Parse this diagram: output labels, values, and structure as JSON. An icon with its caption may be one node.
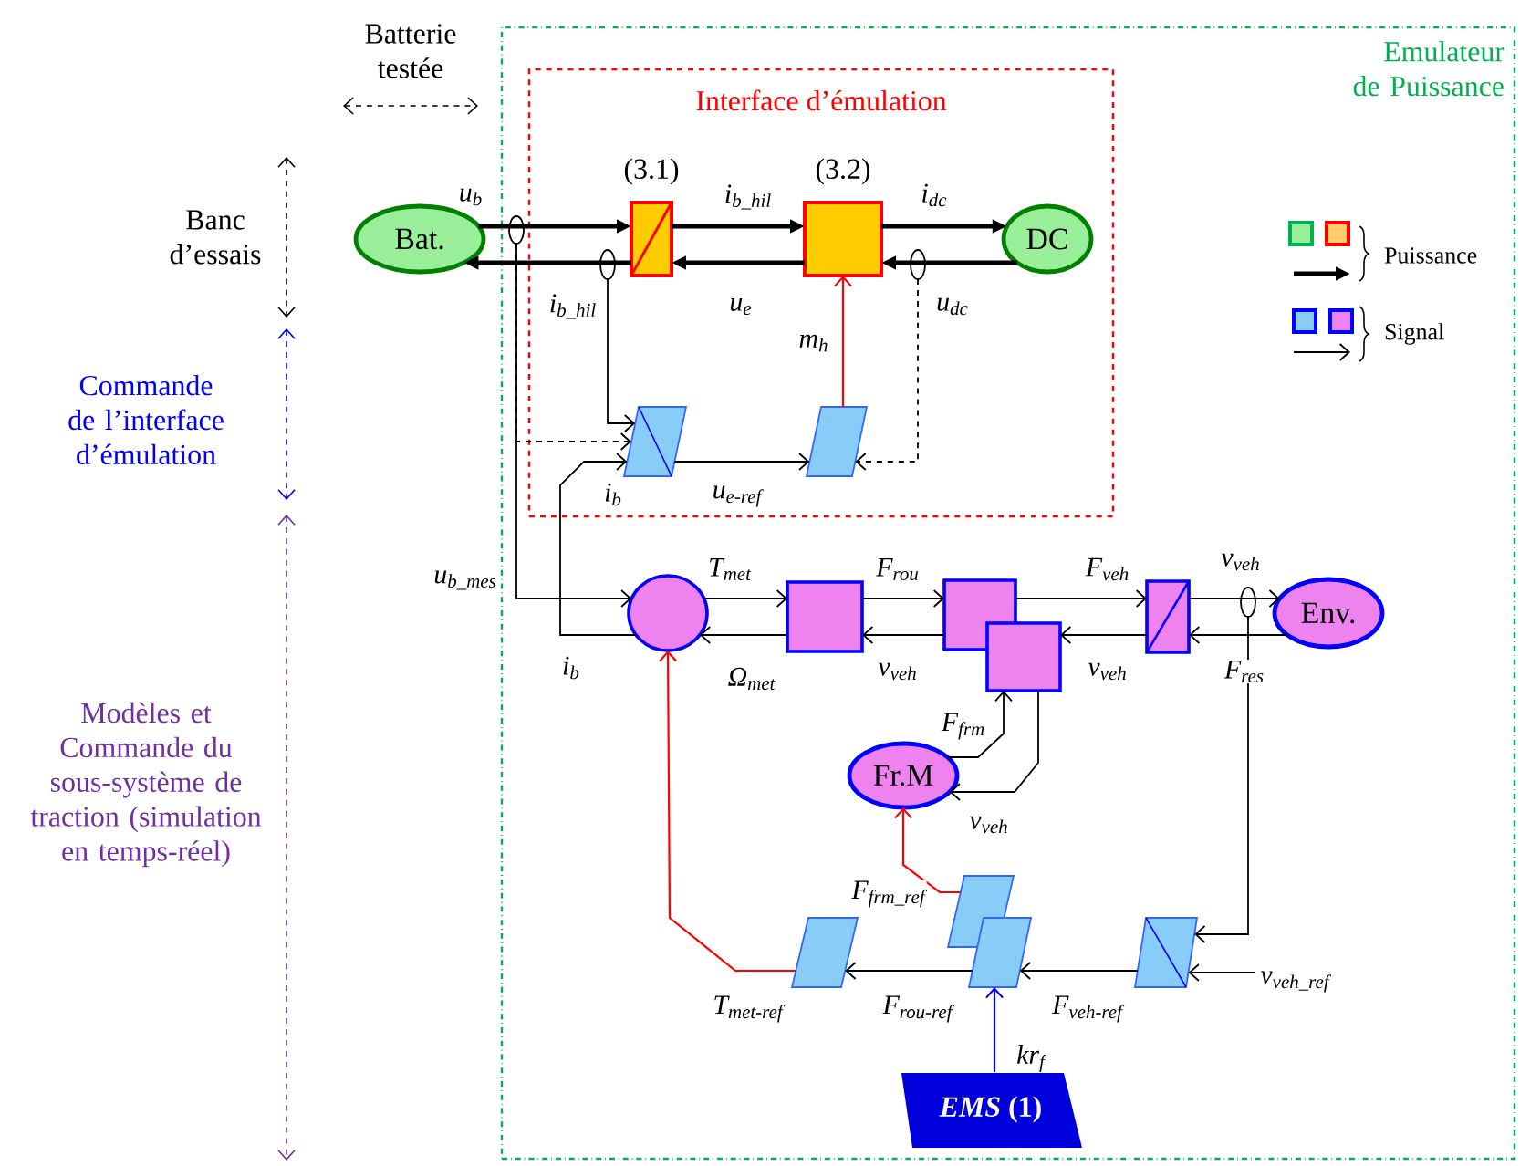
{
  "diagram": {
    "nodes": [
      {
        "text": [
          "Emulateur de Puissance"
        ]
      },
      {
        "text": [
          "Interface d’émulation"
        ],
        "in": 0
      },
      {
        "text": [
          "Bat."
        ]
      },
      {
        "text": [
          "(3.1)"
        ],
        "in": 1
      },
      {
        "text": [
          "(3.2)"
        ],
        "in": 1
      },
      {
        "text": [
          "DC"
        ],
        "in": 1
      },
      {
        "text": [],
        "shape": "parallelogram",
        "in": 1
      },
      {
        "text": [],
        "shape": "parallelogram",
        "in": 1
      },
      {
        "text": [],
        "shape": "circle",
        "in": 0
      },
      {
        "text": [],
        "shape": "box",
        "in": 0
      },
      {
        "text": [],
        "shape": "box",
        "in": 0
      },
      {
        "text": [],
        "shape": "box",
        "in": 0
      },
      {
        "text": [],
        "shape": "box",
        "in": 0
      },
      {
        "text": [
          "Env."
        ],
        "in": 0
      },
      {
        "text": [
          "Fr.M"
        ],
        "in": 0
      },
      {
        "text": [],
        "shape": "parallelogram",
        "in": 0
      },
      {
        "text": [],
        "shape": "parallelogram",
        "in": 0
      },
      {
        "text": [],
        "shape": "parallelogram",
        "in": 0
      },
      {
        "text": [],
        "shape": "parallelogram",
        "in": 0
      },
      {
        "text": [
          "*EMS* (1)"
        ],
        "in": 0
      },
      {
        "text": [],
        "shape": "circle",
        "in": 0
      },
      {
        "text": [],
        "shape": "circle",
        "in": 1
      },
      {
        "text": [],
        "shape": "circle",
        "in": 1
      },
      {
        "text": [],
        "shape": "circle",
        "in": 0
      }
    ],
    "edges": [
      {
        "from": 2,
        "to": 3,
        "arrow": "to",
        "label": "u$_{b}$",
        "style": "thick"
      },
      {
        "from": 3,
        "to": 2,
        "arrow": "to",
        "style": "thick"
      },
      {
        "from": 3,
        "to": 4,
        "arrow": "to",
        "label": "i$_{b_hil}$",
        "style": "thick"
      },
      {
        "from": 4,
        "to": 3,
        "arrow": "to",
        "label": "u$_{e}$",
        "style": "thick"
      },
      {
        "from": 4,
        "to": 5,
        "arrow": "to",
        "label": "i$_{dc}$",
        "style": "thick"
      },
      {
        "from": 5,
        "to": 4,
        "arrow": "to",
        "style": "thick"
      },
      {
        "from": 7,
        "to": 4,
        "arrow": "to",
        "label": "m$_{h}$",
        "color": "#ff0000"
      },
      {
        "from": 6,
        "to": 7,
        "arrow": "to",
        "label": "u$_{e-ref}$"
      },
      {
        "from": 21,
        "to": 6,
        "arrow": "to",
        "label": "i$_{b_hil}$"
      },
      {
        "from": 20,
        "to": 6,
        "arrow": "to",
        "style": "dashed"
      },
      {
        "from": 20,
        "to": 8,
        "arrow": "to",
        "label": "u$_{b_mes}$"
      },
      {
        "from": 8,
        "to": 6,
        "arrow": "to",
        "label": "i$_{b}$"
      },
      {
        "from": 22,
        "to": 7,
        "arrow": "to",
        "label": "u$_{dc}$",
        "style": "dashed"
      },
      {
        "from": 8,
        "to": 9,
        "arrow": "to",
        "label": "T$_{met}$"
      },
      {
        "from": 9,
        "to": 8,
        "arrow": "to",
        "label": "Ω$_{met}$"
      },
      {
        "from": 9,
        "to": 10,
        "arrow": "to",
        "label": "F$_{rou}$"
      },
      {
        "from": 10,
        "to": 9,
        "arrow": "to",
        "label": "v$_{veh}$"
      },
      {
        "from": 10,
        "to": 12,
        "arrow": "to",
        "label": "F$_{veh}$"
      },
      {
        "from": 12,
        "to": 11,
        "arrow": "to",
        "label": "v$_{veh}$"
      },
      {
        "from": 12,
        "to": 13,
        "arrow": "to",
        "label": "v$_{veh}$"
      },
      {
        "from": 13,
        "to": 12,
        "arrow": "to",
        "label": "F$_{res}$"
      },
      {
        "from": 14,
        "to": 11,
        "arrow": "to",
        "label": "F$_{frm}$"
      },
      {
        "from": 11,
        "to": 14,
        "arrow": "to",
        "label": "v$_{veh}$"
      },
      {
        "from": 23,
        "to": 18,
        "arrow": "to"
      },
      {
        "from": null,
        "to": 18,
        "arrow": "to",
        "label": "v$_{veh_ref}$"
      },
      {
        "from": 18,
        "to": 17,
        "arrow": "to",
        "label": "F$_{veh-ref}$"
      },
      {
        "from": 17,
        "to": 15,
        "arrow": "to",
        "label": "F$_{rou-ref}$"
      },
      {
        "from": 15,
        "to": 8,
        "arrow": "to",
        "label": "T$_{met-ref}$",
        "color": "#ff0000"
      },
      {
        "from": 16,
        "to": 14,
        "arrow": "to",
        "label": "F$_{frm_ref}$",
        "color": "#ff0000"
      },
      {
        "from": 19,
        "to": 17,
        "arrow": "to",
        "label": "kr$_{f}$",
        "color": "#0000ff"
      }
    ],
    "labels": [
      "Batterie testée",
      "Banc d’essais",
      "Commande de l’interface d’émulation",
      "Modèles et Commande du sous-système de traction (simulation en temps-réel)",
      "i$_{b}$"
    ],
    "legend": [
      {
        "text": "Puissance"
      },
      {
        "text": "Signal"
      }
    ]
  }
}
